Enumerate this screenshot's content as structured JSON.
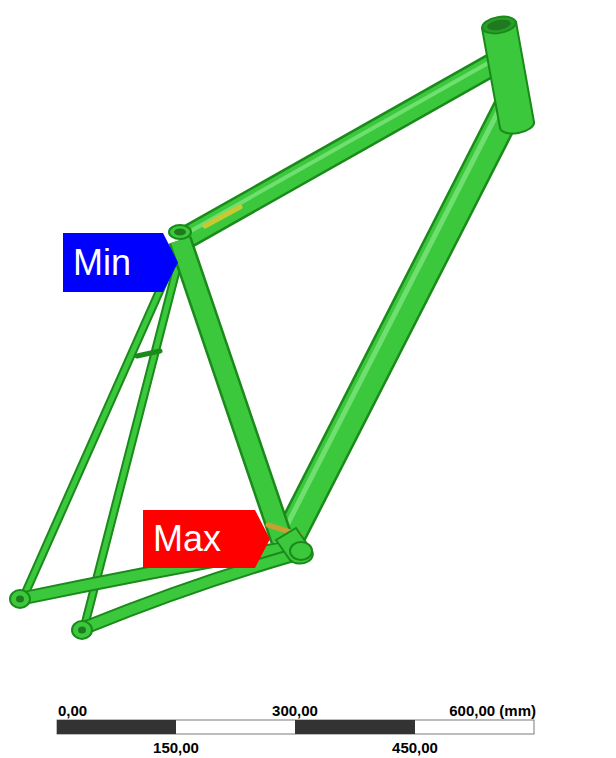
{
  "diagram": {
    "nodes": [
      {
        "text": [
          "Min"
        ]
      },
      {
        "text": [
          "Max"
        ]
      }
    ],
    "labels": [
      "0,00",
      "300,00",
      "600,00 (mm)",
      "150,00",
      "450,00"
    ]
  }
}
